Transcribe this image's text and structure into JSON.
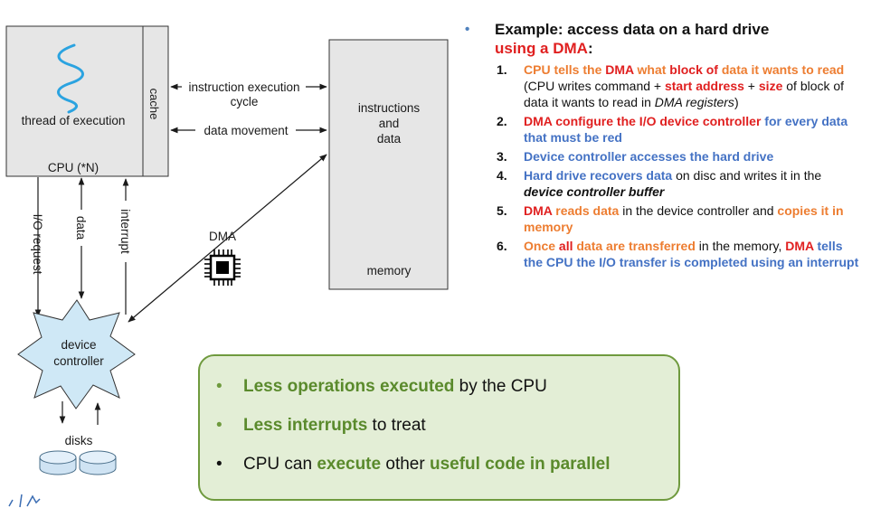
{
  "diagram": {
    "cpu_thread_label": "thread of execution",
    "cpu_label": "CPU (*N)",
    "cache_label": "cache",
    "instruction_cycle_line1": "instruction execution",
    "instruction_cycle_line2": "cycle",
    "data_movement_label": "data movement",
    "memory_content_line1": "instructions",
    "memory_content_line2": "and",
    "memory_content_line3": "data",
    "memory_label": "memory",
    "io_request_label": "I/O request",
    "data_label": "data",
    "interrupt_label": "interrupt",
    "dma_label": "DMA",
    "device_controller_line1": "device",
    "device_controller_line2": "controller",
    "disks_label": "disks"
  },
  "example": {
    "heading_part1": "Example: access data on a hard drive",
    "heading_part2": "using a DMA",
    "heading_colon": ":",
    "steps": [
      {
        "number": "1.",
        "parts": [
          {
            "text": "CPU tells the ",
            "style": "o"
          },
          {
            "text": "DMA",
            "style": "r"
          },
          {
            "text": " what ",
            "style": "o"
          },
          {
            "text": "block of",
            "style": "r"
          },
          {
            "text": " data it wants to read",
            "style": "o"
          },
          {
            "text": " (CPU writes command + ",
            "style": ""
          },
          {
            "text": "start address",
            "style": "r"
          },
          {
            "text": " + ",
            "style": ""
          },
          {
            "text": "size",
            "style": "r"
          },
          {
            "text": " of block of data it wants to read in ",
            "style": ""
          },
          {
            "text": "DMA registers",
            "style": "i"
          },
          {
            "text": ")",
            "style": ""
          }
        ]
      },
      {
        "number": "2.",
        "parts": [
          {
            "text": "DMA configure the I/O device controller",
            "style": "r"
          },
          {
            "text": " for every data that must be red",
            "style": "b"
          }
        ]
      },
      {
        "number": "3.",
        "parts": [
          {
            "text": "Device controller accesses the hard drive",
            "style": "b"
          }
        ]
      },
      {
        "number": "4.",
        "parts": [
          {
            "text": "Hard drive recovers data",
            "style": "b"
          },
          {
            "text": " on disc and writes it in the ",
            "style": ""
          },
          {
            "text": "device controller buffer",
            "style": "bi"
          }
        ]
      },
      {
        "number": "5.",
        "parts": [
          {
            "text": "DMA",
            "style": "r"
          },
          {
            "text": " reads data",
            "style": "o"
          },
          {
            "text": " in the device controller and ",
            "style": ""
          },
          {
            "text": "copies it in memory",
            "style": "o"
          }
        ]
      },
      {
        "number": "6.",
        "parts": [
          {
            "text": "Once ",
            "style": "o"
          },
          {
            "text": "all",
            "style": "r"
          },
          {
            "text": " data are transferred",
            "style": "o"
          },
          {
            "text": " in the memory, ",
            "style": ""
          },
          {
            "text": "DMA",
            "style": "r"
          },
          {
            "text": " tells the CPU the I/O transfer is completed using an interrupt",
            "style": "b"
          }
        ]
      }
    ]
  },
  "summary": {
    "bullets": [
      {
        "parts": [
          {
            "text": "Less operations executed",
            "style": "g"
          },
          {
            "text": " by the CPU",
            "style": ""
          }
        ]
      },
      {
        "parts": [
          {
            "text": "Less interrupts",
            "style": "g"
          },
          {
            "text": " to treat",
            "style": ""
          }
        ]
      },
      {
        "parts": [
          {
            "text": "CPU can ",
            "style": ""
          },
          {
            "text": "execute",
            "style": "g"
          },
          {
            "text": " other ",
            "style": ""
          },
          {
            "text": "useful code in parallel",
            "style": "g"
          }
        ]
      }
    ]
  },
  "colors": {
    "box_fill": "#e6e6e6",
    "wave": "#2ba3e0",
    "controller_fill": "#cfe8f6",
    "disk_fill": "#cfe3f3",
    "orange": "#ed7d31",
    "red": "#e02020",
    "blue": "#4472c4",
    "green": "#5a8a2c"
  }
}
